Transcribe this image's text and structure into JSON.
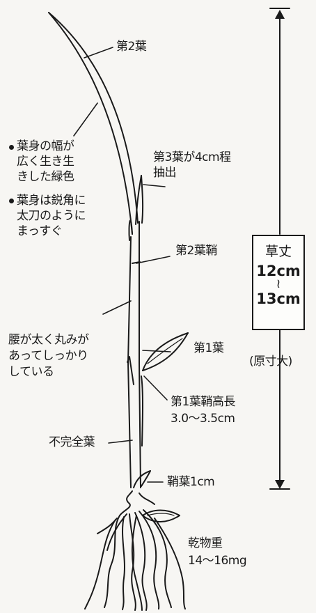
{
  "labels": {
    "leaf2": "第2葉",
    "leaf_color_1": "葉身の幅が",
    "leaf_color_2": "広く生き生",
    "leaf_color_3": "きした緑色",
    "leaf_shape_1": "葉身は鋭角に",
    "leaf_shape_2": "太刀のように",
    "leaf_shape_3": "まっすぐ",
    "leaf3_1": "第3葉が4cm程",
    "leaf3_2": "抽出",
    "sheath2": "第2葉鞘",
    "waist_1": "腰が太く丸みが",
    "waist_2": "あってしっかり",
    "waist_3": "している",
    "leaf1": "第1葉",
    "sheath1_1": "第1葉鞘高長",
    "sheath1_2": "3.0〜3.5cm",
    "incomplete": "不完全葉",
    "coleoptile": "鞘葉1cm",
    "dry_1": "乾物重",
    "dry_2": "14〜16mg",
    "scale": "(原寸大)"
  },
  "height_box": {
    "title": "草丈",
    "min": "12cm",
    "tilde": "≀",
    "max": "13cm"
  }
}
